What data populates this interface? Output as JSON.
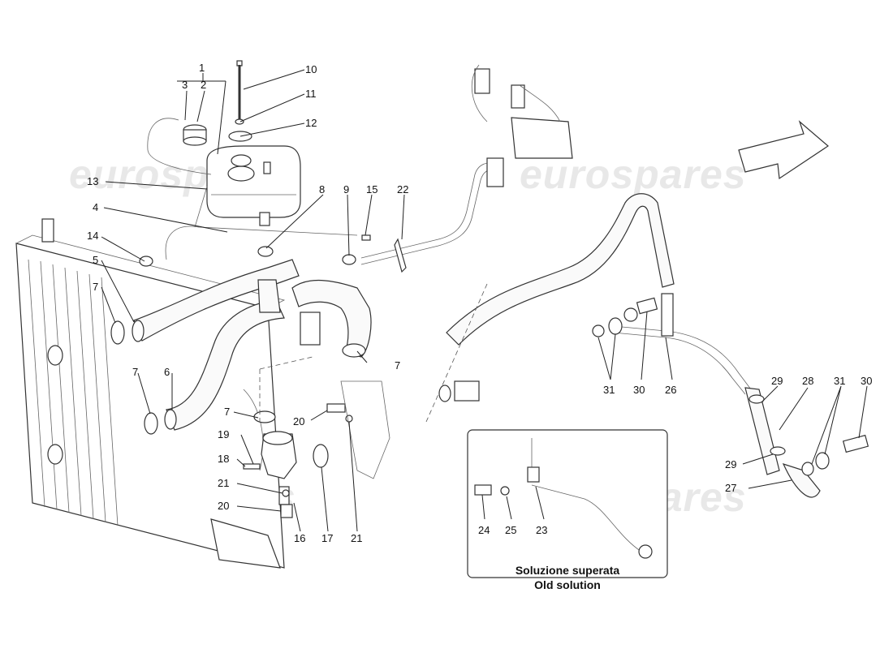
{
  "watermark": {
    "text": "eurospares"
  },
  "inset": {
    "title_it": "Soluzione superata",
    "title_en": "Old solution"
  },
  "labels": [
    {
      "id": "l1",
      "text": "1"
    },
    {
      "id": "l2",
      "text": "2"
    },
    {
      "id": "l3",
      "text": "3"
    },
    {
      "id": "l4",
      "text": "4"
    },
    {
      "id": "l5",
      "text": "5"
    },
    {
      "id": "l6",
      "text": "6"
    },
    {
      "id": "l7a",
      "text": "7"
    },
    {
      "id": "l7b",
      "text": "7"
    },
    {
      "id": "l7c",
      "text": "7"
    },
    {
      "id": "l7d",
      "text": "7"
    },
    {
      "id": "l8",
      "text": "8"
    },
    {
      "id": "l9",
      "text": "9"
    },
    {
      "id": "l10",
      "text": "10"
    },
    {
      "id": "l11",
      "text": "11"
    },
    {
      "id": "l12",
      "text": "12"
    },
    {
      "id": "l13",
      "text": "13"
    },
    {
      "id": "l14",
      "text": "14"
    },
    {
      "id": "l15",
      "text": "15"
    },
    {
      "id": "l16",
      "text": "16"
    },
    {
      "id": "l17",
      "text": "17"
    },
    {
      "id": "l18",
      "text": "18"
    },
    {
      "id": "l19",
      "text": "19"
    },
    {
      "id": "l20a",
      "text": "20"
    },
    {
      "id": "l20b",
      "text": "20"
    },
    {
      "id": "l21a",
      "text": "21"
    },
    {
      "id": "l21b",
      "text": "21"
    },
    {
      "id": "l22",
      "text": "22"
    },
    {
      "id": "l23",
      "text": "23"
    },
    {
      "id": "l24",
      "text": "24"
    },
    {
      "id": "l25",
      "text": "25"
    },
    {
      "id": "l26",
      "text": "26"
    },
    {
      "id": "l27",
      "text": "27"
    },
    {
      "id": "l28",
      "text": "28"
    },
    {
      "id": "l29a",
      "text": "29"
    },
    {
      "id": "l29b",
      "text": "29"
    },
    {
      "id": "l30a",
      "text": "30"
    },
    {
      "id": "l30b",
      "text": "30"
    },
    {
      "id": "l31a",
      "text": "31"
    },
    {
      "id": "l31b",
      "text": "31"
    }
  ]
}
